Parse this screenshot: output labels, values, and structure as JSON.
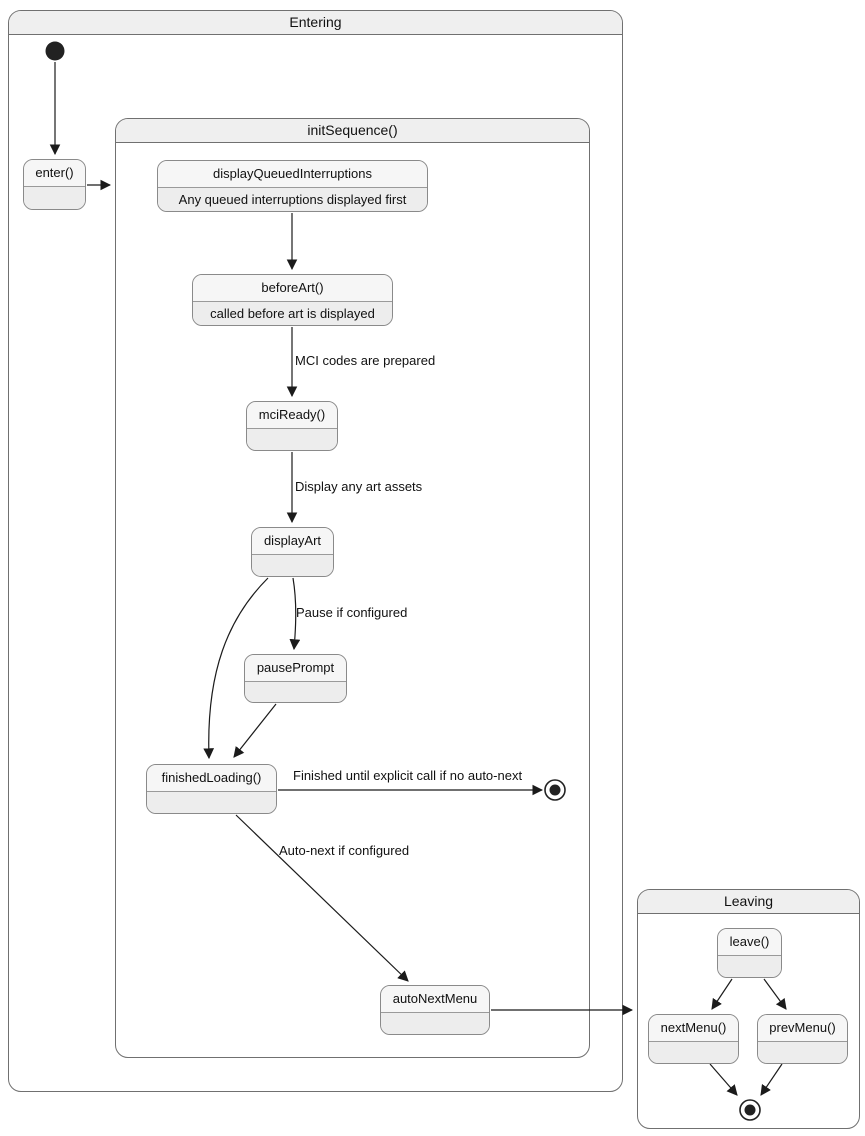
{
  "diagram_type": "uml-state-diagram",
  "colors": {
    "background": "#ffffff",
    "state_fill": "#ededed",
    "state_title_fill": "#f6f6f6",
    "state_border": "#8a8a8a",
    "container_header_fill": "#efefef",
    "container_border": "#707070",
    "arrow": "#1b1b1b",
    "text": "#111111"
  },
  "containers": {
    "entering": {
      "title": "Entering"
    },
    "init_sequence": {
      "title": "initSequence()"
    },
    "leaving": {
      "title": "Leaving"
    }
  },
  "states": {
    "enter": {
      "title": "enter()"
    },
    "display_queued_interruptions": {
      "title": "displayQueuedInterruptions",
      "description": "Any queued interruptions displayed first"
    },
    "before_art": {
      "title": "beforeArt()",
      "description": "called before art is displayed"
    },
    "mci_ready": {
      "title": "mciReady()"
    },
    "display_art": {
      "title": "displayArt"
    },
    "pause_prompt": {
      "title": "pausePrompt"
    },
    "finished_loading": {
      "title": "finishedLoading()"
    },
    "auto_next_menu": {
      "title": "autoNextMenu"
    },
    "leave": {
      "title": "leave()"
    },
    "next_menu": {
      "title": "nextMenu()"
    },
    "prev_menu": {
      "title": "prevMenu()"
    }
  },
  "transitions": [
    {
      "from": "initial",
      "to": "enter()",
      "label": ""
    },
    {
      "from": "enter()",
      "to": "initSequence()",
      "label": ""
    },
    {
      "from": "displayQueuedInterruptions",
      "to": "beforeArt()",
      "label": ""
    },
    {
      "from": "beforeArt()",
      "to": "mciReady()",
      "label": "MCI codes are prepared"
    },
    {
      "from": "mciReady()",
      "to": "displayArt",
      "label": "Display any art assets"
    },
    {
      "from": "displayArt",
      "to": "pausePrompt",
      "label": "Pause if configured"
    },
    {
      "from": "displayArt",
      "to": "finishedLoading()",
      "label": ""
    },
    {
      "from": "pausePrompt",
      "to": "finishedLoading()",
      "label": ""
    },
    {
      "from": "finishedLoading()",
      "to": "final(Entering)",
      "label": "Finished until explicit call if no auto-next"
    },
    {
      "from": "finishedLoading()",
      "to": "autoNextMenu",
      "label": "Auto-next if configured"
    },
    {
      "from": "autoNextMenu",
      "to": "Leaving",
      "label": ""
    },
    {
      "from": "leave()",
      "to": "nextMenu()",
      "label": ""
    },
    {
      "from": "leave()",
      "to": "prevMenu()",
      "label": ""
    },
    {
      "from": "nextMenu()",
      "to": "final(Leaving)",
      "label": ""
    },
    {
      "from": "prevMenu()",
      "to": "final(Leaving)",
      "label": ""
    }
  ]
}
